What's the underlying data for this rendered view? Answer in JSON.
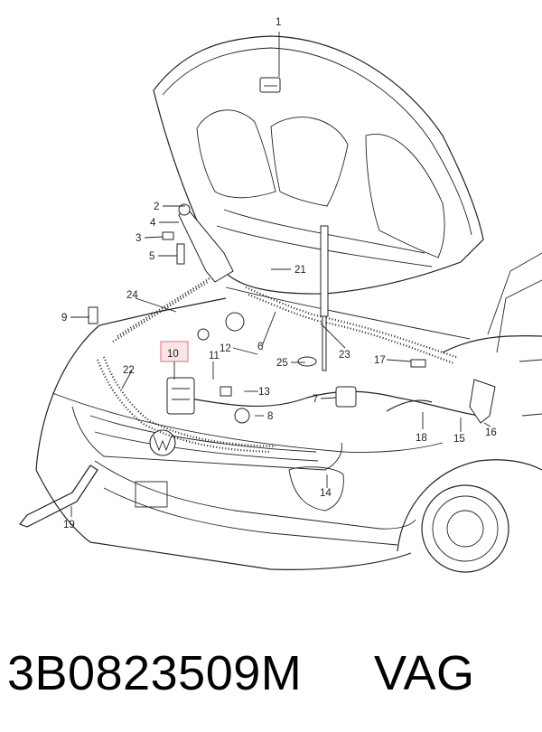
{
  "caption": {
    "part_number": "3B0823509M",
    "brand": "VAG"
  },
  "highlighted_callout": "10",
  "callouts": [
    "1",
    "2",
    "3",
    "4",
    "5",
    "6",
    "7",
    "8",
    "9",
    "10",
    "11",
    "12",
    "13",
    "14",
    "15",
    "16",
    "17",
    "18",
    "19",
    "21",
    "22",
    "23",
    "24",
    "25"
  ]
}
